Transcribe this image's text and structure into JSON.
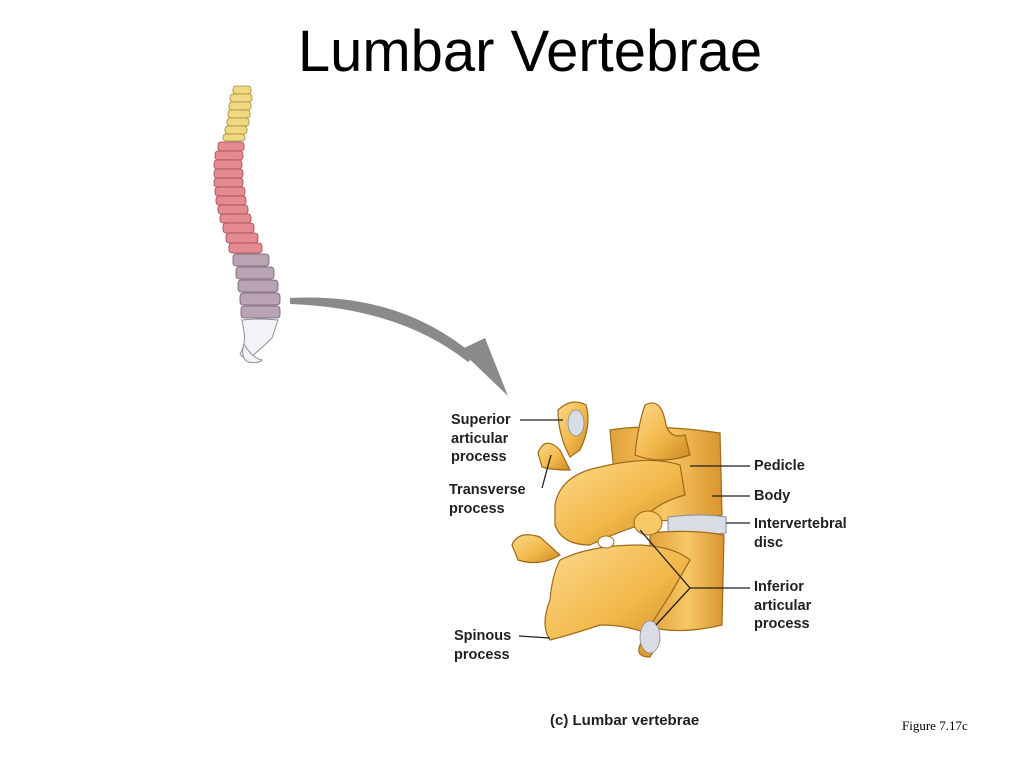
{
  "slide": {
    "title": "Lumbar Vertebrae",
    "figure_ref": "Figure 7.17c"
  },
  "figure": {
    "caption": "(c) Lumbar vertebrae",
    "labels": {
      "superior_articular": [
        "Superior",
        "articular",
        "process"
      ],
      "transverse": [
        "Transverse",
        "process"
      ],
      "spinous": [
        "Spinous",
        "process"
      ],
      "pedicle": "Pedicle",
      "body": "Body",
      "intervertebral": [
        "Intervertebral",
        "disc"
      ],
      "inferior_articular": [
        "Inferior",
        "articular",
        "process"
      ]
    }
  },
  "colors": {
    "cervical": "#f0d880",
    "thoracic": "#e58a90",
    "lumbar": "#b9a4b4",
    "sacrum": "#e8e6ec",
    "bone": "#f2b84a",
    "bone_shadow": "#c98a25",
    "bone_highlight": "#fbd98a",
    "disc": "#d8dce4",
    "arrow": "#8a8a8a"
  }
}
